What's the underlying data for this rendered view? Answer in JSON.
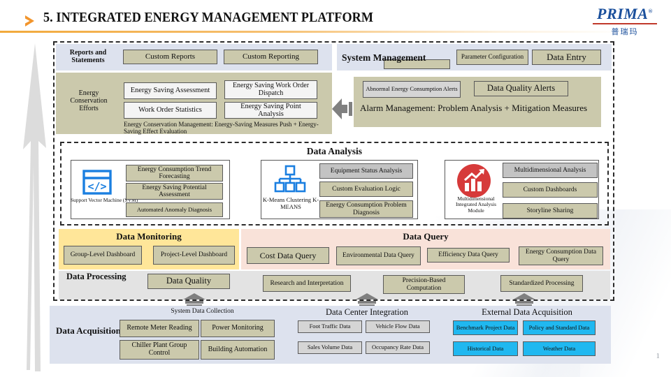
{
  "header": {
    "chevron_icon": "chevron-right-icon",
    "title": "5. INTEGRATED ENERGY MANAGEMENT PLATFORM",
    "logo_text": "PRIMA",
    "logo_registered": "®",
    "logo_cn": "普瑞玛"
  },
  "page_number": "1",
  "reports_band": {
    "label": "Reports and Statements",
    "boxes": [
      "Custom Reports",
      "Custom Reporting"
    ]
  },
  "system_management": {
    "label": "System Management",
    "hidden_box": "",
    "boxes": [
      "Parameter Configuration",
      "Data Entry"
    ]
  },
  "energy_conservation": {
    "label": "Energy Conservation Efforts",
    "boxes": [
      "Energy Saving Assessment",
      "Energy Saving Work Order Dispatch",
      "Work Order Statistics",
      "Energy Saving Point Analysis"
    ],
    "caption": "Energy Conservation Management: Energy-Saving Measures Push + Energy-Saving Effect Evaluation"
  },
  "alarm_management": {
    "boxes": [
      "Abnormal Energy Consumption Alerts",
      "Data Quality Alerts"
    ],
    "caption": "Alarm Management: Problem Analysis + Mitigation Measures"
  },
  "data_analysis": {
    "title": "Data Analysis",
    "groups": [
      {
        "icon": "code-window-icon",
        "icon_caption": "Support Vector Machine (SVM)",
        "boxes": [
          "Energy Consumption Trend Forecasting",
          "Energy Saving Potential Assessment",
          "Automated Anomaly Diagnosis"
        ]
      },
      {
        "icon": "hierarchy-cluster-icon",
        "icon_caption": "K-Means Clustering K-MEANS",
        "boxes": [
          "Equipment Status Analysis",
          "Custom Evaluation Logic",
          "Energy Consumption Problem Diagnosis"
        ]
      },
      {
        "icon": "bar-chart-growth-icon",
        "icon_caption": "Multidimensional Integrated Analysis Module",
        "boxes": [
          "Multidimensional Analysis",
          "Custom Dashboards",
          "Storyline Sharing"
        ]
      }
    ]
  },
  "data_monitoring": {
    "title": "Data Monitoring",
    "boxes": [
      "Group-Level Dashboard",
      "Project-Level Dashboard"
    ]
  },
  "data_query": {
    "title": "Data Query",
    "boxes": [
      "Cost Data Query",
      "Environmental Data Query",
      "Efficiency Data Query",
      "Energy Consumption Data Query"
    ]
  },
  "data_processing": {
    "title": "Data Processing",
    "boxes": [
      "Data Quality",
      "Research and Interpretation",
      "Precision-Based Computation",
      "Standardized Processing"
    ]
  },
  "data_acquisition": {
    "title": "Data Acquisition",
    "columns": [
      {
        "heading": "System Data Collection",
        "boxes": [
          "Remote Meter Reading",
          "Power Monitoring",
          "Chiller Plant Group Control",
          "Building Automation"
        ]
      },
      {
        "heading": "Data Center Integration",
        "boxes": [
          "Foot Traffic Data",
          "Vehicle Flow Data",
          "Sales Volume Data",
          "Occupancy Rate Data"
        ]
      },
      {
        "heading": "External Data Acquisition",
        "boxes": [
          "Benchmark Project Data",
          "Policy and Standard Data",
          "Historical Data",
          "Weather Data"
        ]
      }
    ]
  },
  "colors": {
    "khaki": "#cbc9ac",
    "gray": "#c3c3c3",
    "lavender": "#dde2ee",
    "yellow": "#ffe699",
    "pink": "#f9e2d9",
    "light_gray_band": "#e3e3e3",
    "cyan": "#20b8f0",
    "accent_orange": "#f2a93b",
    "brand_blue": "#1a4f9c"
  }
}
